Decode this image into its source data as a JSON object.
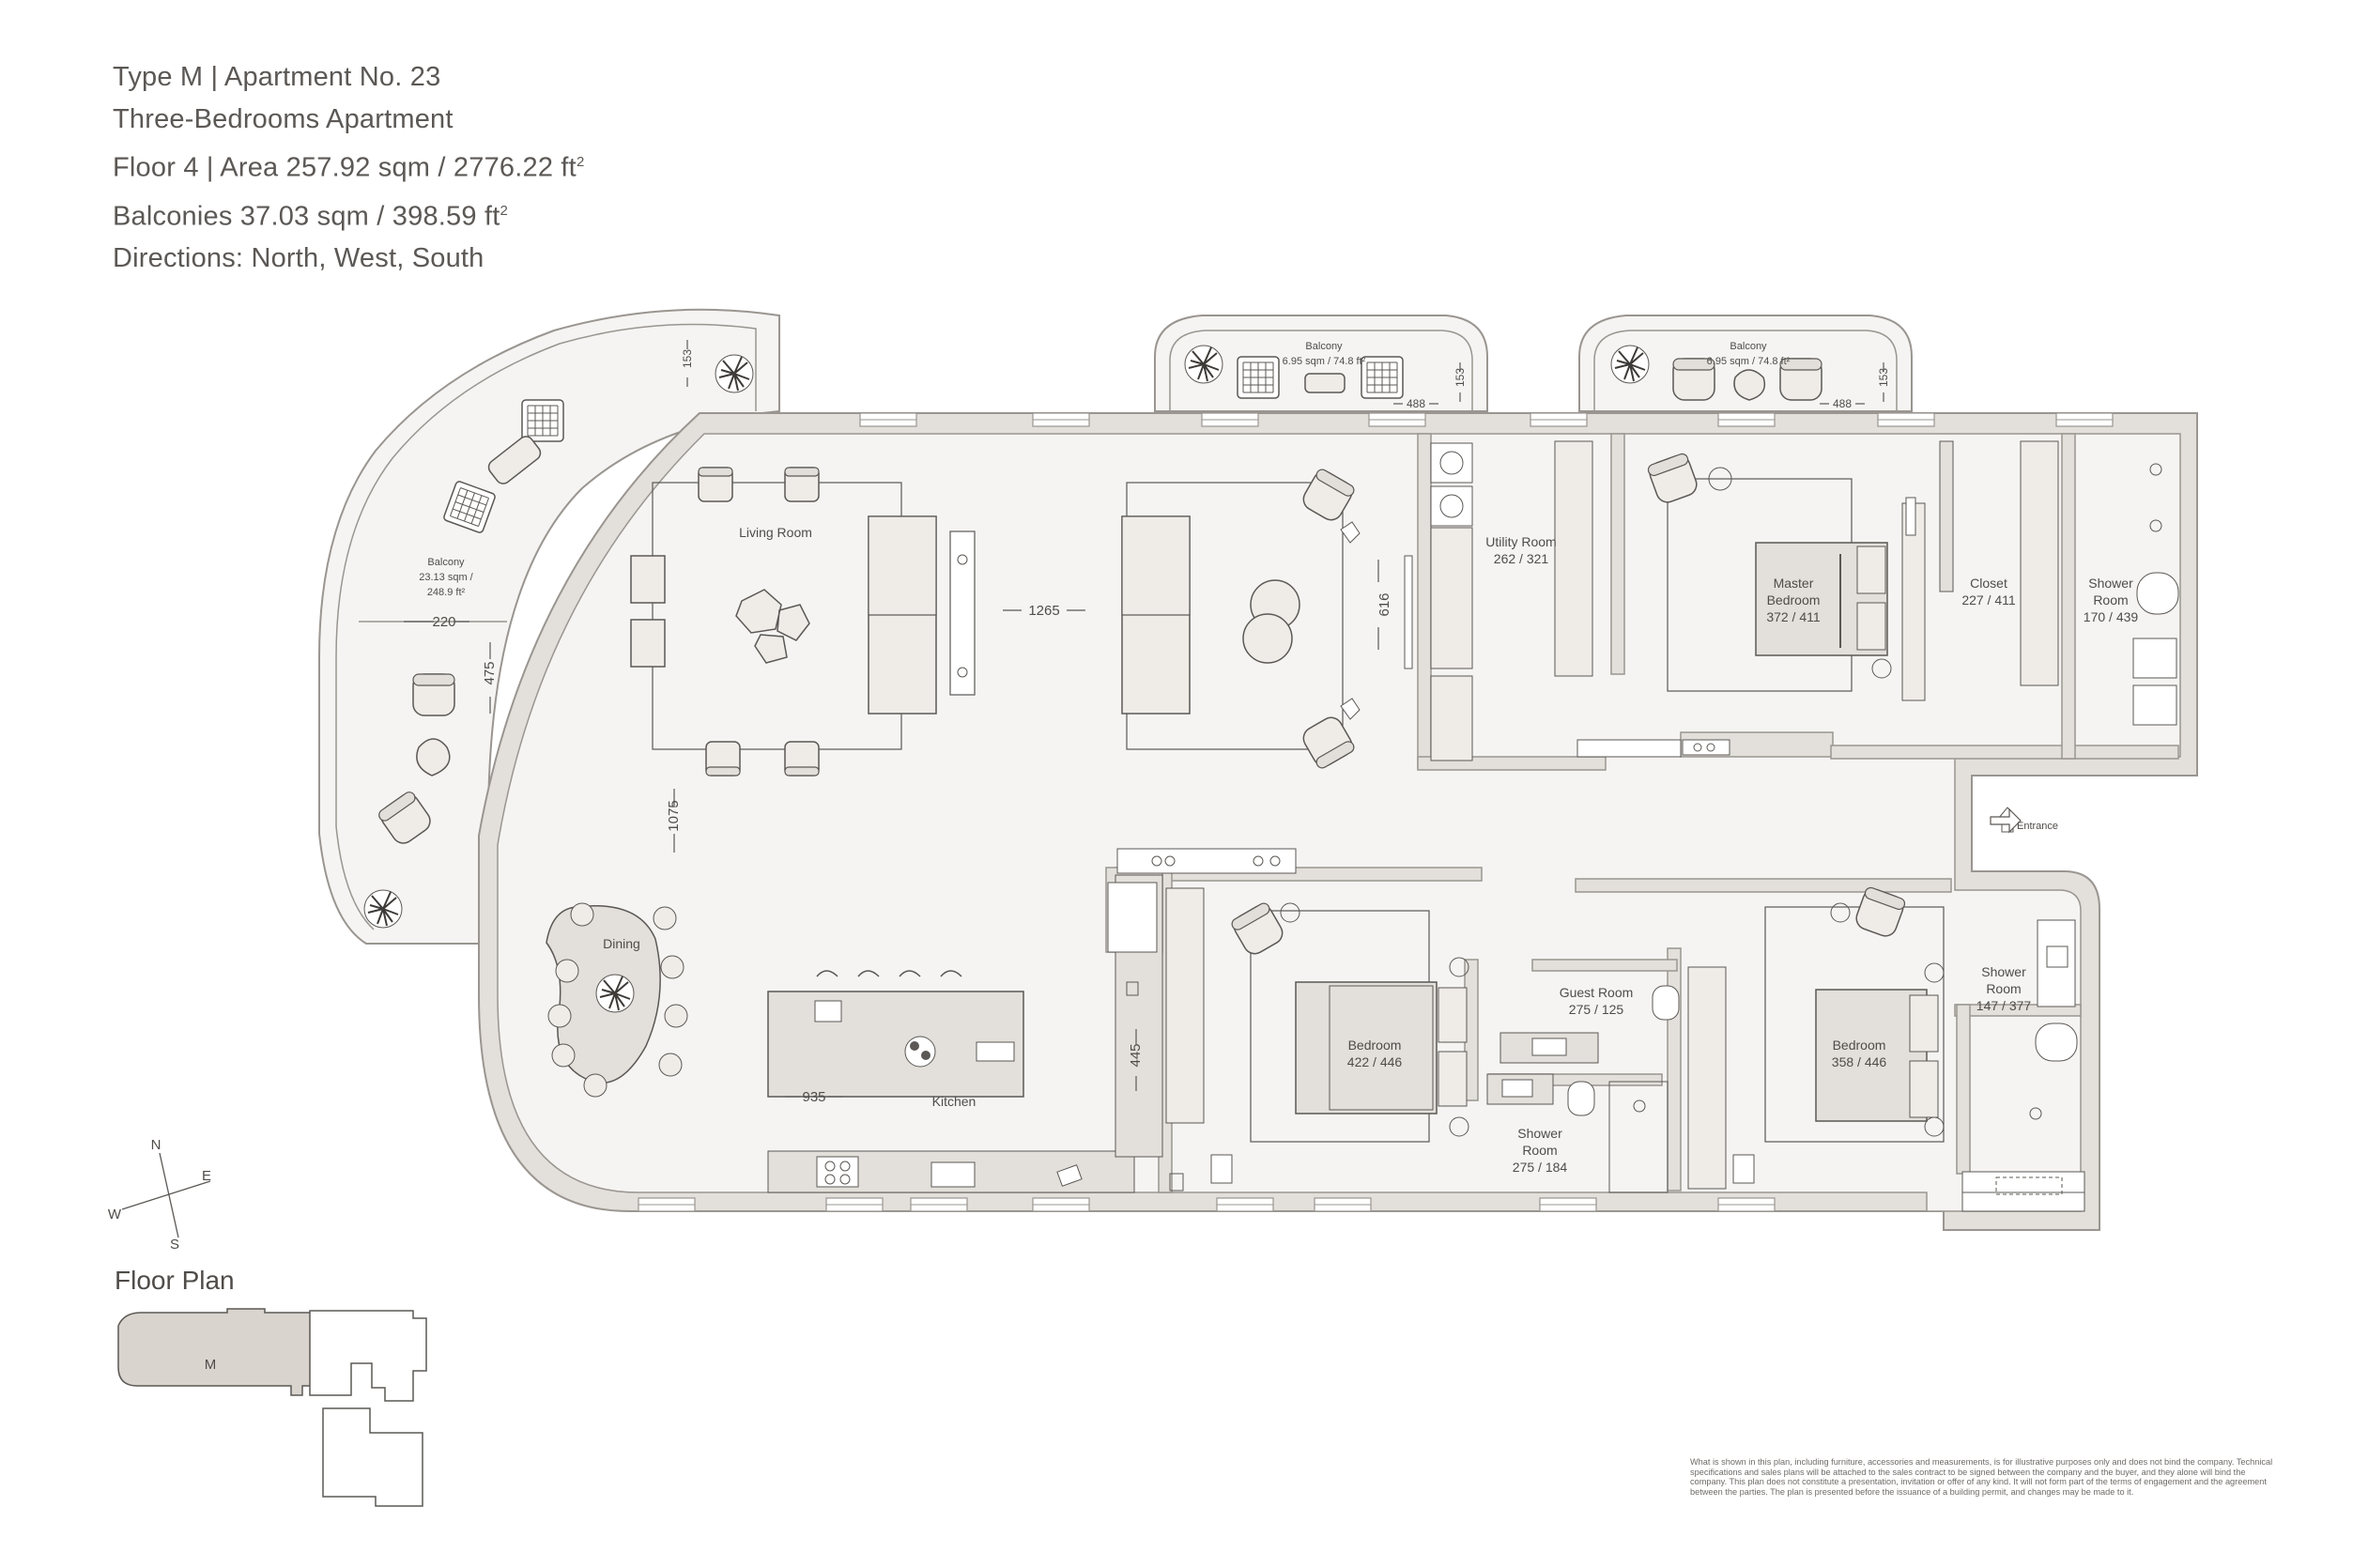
{
  "header": {
    "line1": "Type M | Apartment No. 23",
    "line2": "Three-Bedrooms Apartment",
    "line3": "Floor 4 | Area 257.92 sqm / 2776.22 ft",
    "line4": "Balconies 37.03 sqm / 398.59 ft",
    "line5": "Directions: North, West, South",
    "sup": "2"
  },
  "rooms": {
    "living_room": "Living Room",
    "utility_room": "Utility Room",
    "utility_dims": "262 / 321",
    "master_bedroom_1": "Master",
    "master_bedroom_2": "Bedroom",
    "master_dims": "372 / 411",
    "closet": "Closet",
    "closet_dims": "227 / 411",
    "shower_room_a_1": "Shower",
    "shower_room_a_2": "Room",
    "shower_room_a_dims": "170 / 439",
    "balcony_west": "Balcony",
    "balcony_west_area_1": "23.13 sqm /",
    "balcony_west_area_2": "248.9 ft²",
    "balcony_north_1": "Balcony",
    "balcony_north_1_area": "6.95 sqm / 74.8 ft²",
    "balcony_north_2": "Balcony",
    "balcony_north_2_area": "6.95 sqm / 74.8 ft²",
    "dining": "Dining",
    "kitchen": "Kitchen",
    "bedroom_a": "Bedroom",
    "bedroom_a_dims": "422 / 446",
    "guest_room": "Guest Room",
    "guest_room_dims": "275 / 125",
    "shower_room_b_1": "Shower",
    "shower_room_b_2": "Room",
    "shower_room_b_dims": "275 / 184",
    "bedroom_b": "Bedroom",
    "bedroom_b_dims": "358 / 446",
    "shower_room_c_1": "Shower",
    "shower_room_c_2": "Room",
    "shower_room_c_dims": "147 / 377",
    "entrance": "Entrance"
  },
  "dimensions": {
    "d1265": "1265",
    "d616": "616",
    "d220": "220",
    "d475": "475",
    "d1075": "1075",
    "d935": "935",
    "d445": "445",
    "d153a": "153",
    "d153b": "153",
    "d153c": "153",
    "d488a": "488",
    "d488b": "488"
  },
  "compass": {
    "n": "N",
    "e": "E",
    "s": "S",
    "w": "W"
  },
  "key_plan": {
    "title": "Floor Plan",
    "unit": "M"
  },
  "disclaimer": "What is shown in this plan, including furniture, accessories and measurements, is for illustrative purposes only and does not bind the company. Technical specifications and sales plans will be attached to the sales contract to be signed between the company and the buyer, and they alone will bind the company. This plan does not constitute a presentation, invitation or offer of any kind. It will not form part of the terms of engagement and the agreement between the parties. The plan is presented before the issuance of a building permit, and changes may be made to it.",
  "colors": {
    "wall": "#e3dfda",
    "wall_stroke": "#9a9590",
    "floor": "#f5f4f2",
    "furniture": "#ebe8e4",
    "line": "#5b5855",
    "highlight": "#d9d4ce"
  }
}
